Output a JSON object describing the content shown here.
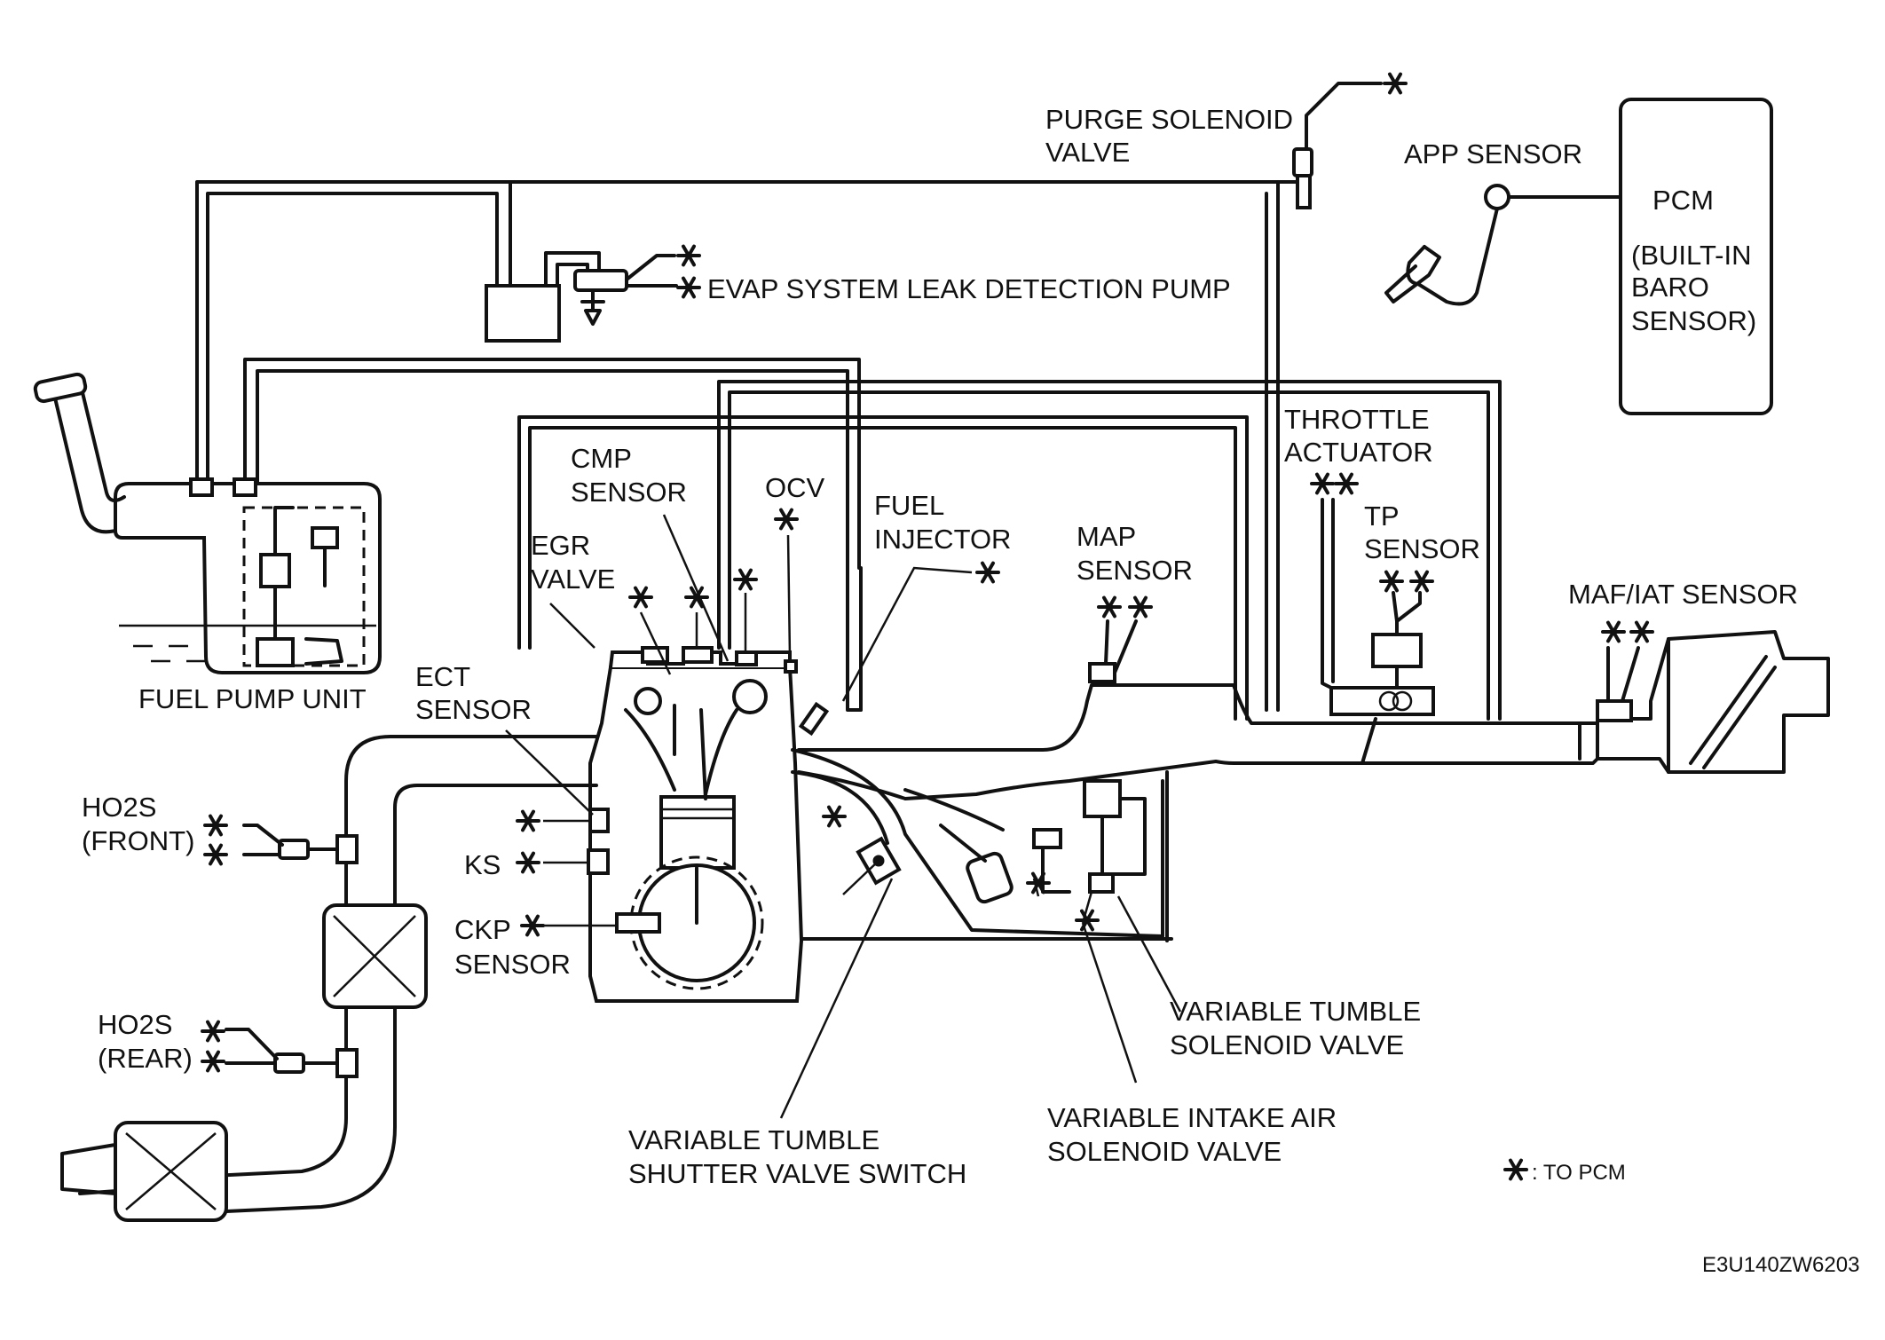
{
  "labels": {
    "purge_solenoid_valve": [
      "PURGE SOLENOID",
      "VALVE"
    ],
    "app_sensor": "APP SENSOR",
    "pcm": [
      "PCM",
      "(BUILT-IN",
      "BARO",
      "SENSOR)"
    ],
    "evap_pump": "EVAP SYSTEM LEAK DETECTION PUMP",
    "throttle_actuator": [
      "THROTTLE",
      "ACTUATOR"
    ],
    "tp_sensor": [
      "TP",
      "SENSOR"
    ],
    "cmp_sensor": [
      "CMP",
      "SENSOR"
    ],
    "ocv": "OCV",
    "fuel_injector": [
      "FUEL",
      "INJECTOR"
    ],
    "map_sensor": [
      "MAP",
      "SENSOR"
    ],
    "egr_valve": [
      "EGR",
      "VALVE"
    ],
    "maf_iat_sensor": "MAF/IAT SENSOR",
    "fuel_pump_unit": "FUEL PUMP UNIT",
    "ect_sensor": [
      "ECT",
      "SENSOR"
    ],
    "ho2s_front": [
      "HO2S",
      "(FRONT)"
    ],
    "ks": "KS",
    "ckp_sensor": [
      "CKP",
      "SENSOR"
    ],
    "ho2s_rear": [
      "HO2S",
      "(REAR)"
    ],
    "variable_tumble_solenoid": [
      "VARIABLE TUMBLE",
      "SOLENOID VALVE"
    ],
    "variable_intake_air_solenoid": [
      "VARIABLE INTAKE AIR",
      "SOLENOID VALVE"
    ],
    "variable_tumble_shutter_switch": [
      "VARIABLE TUMBLE",
      "SHUTTER VALVE SWITCH"
    ]
  },
  "legend": {
    "symbol": "✱",
    "text": ": TO PCM"
  },
  "figure_code": "E3U140ZW6203"
}
